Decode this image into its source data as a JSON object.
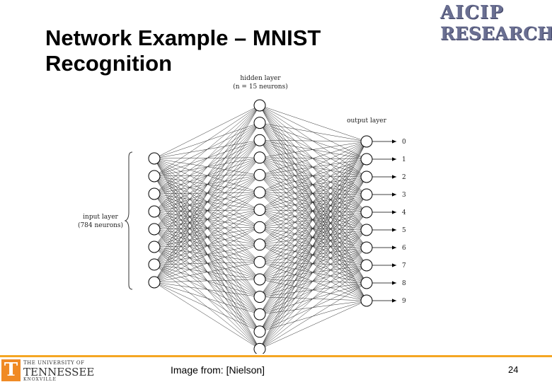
{
  "slide": {
    "title_line1": "Network Example – MNIST",
    "title_line2": "Recognition",
    "logo_line1": "AICIP",
    "logo_line2": "RESEARCH",
    "credit": "Image from: [Nielson]",
    "page_number": "24",
    "university": {
      "line1": "THE UNIVERSITY OF",
      "line2": "TENNESSEE",
      "line3": "KNOXVILLE",
      "mark": "T"
    },
    "colors": {
      "university_orange": "#f08a24",
      "footer_rule": "#f5a623",
      "logo": "#6a6f92"
    }
  },
  "diagram": {
    "hidden_label_line1": "hidden layer",
    "hidden_label_line2": "(n = 15 neurons)",
    "input_label_line1": "input layer",
    "input_label_line2": "(784 neurons)",
    "output_label": "output layer",
    "output_digits": [
      "0",
      "1",
      "2",
      "3",
      "4",
      "5",
      "6",
      "7",
      "8",
      "9"
    ],
    "layers": {
      "input_visible_nodes": 8,
      "hidden_nodes": 15,
      "output_nodes": 10
    }
  }
}
